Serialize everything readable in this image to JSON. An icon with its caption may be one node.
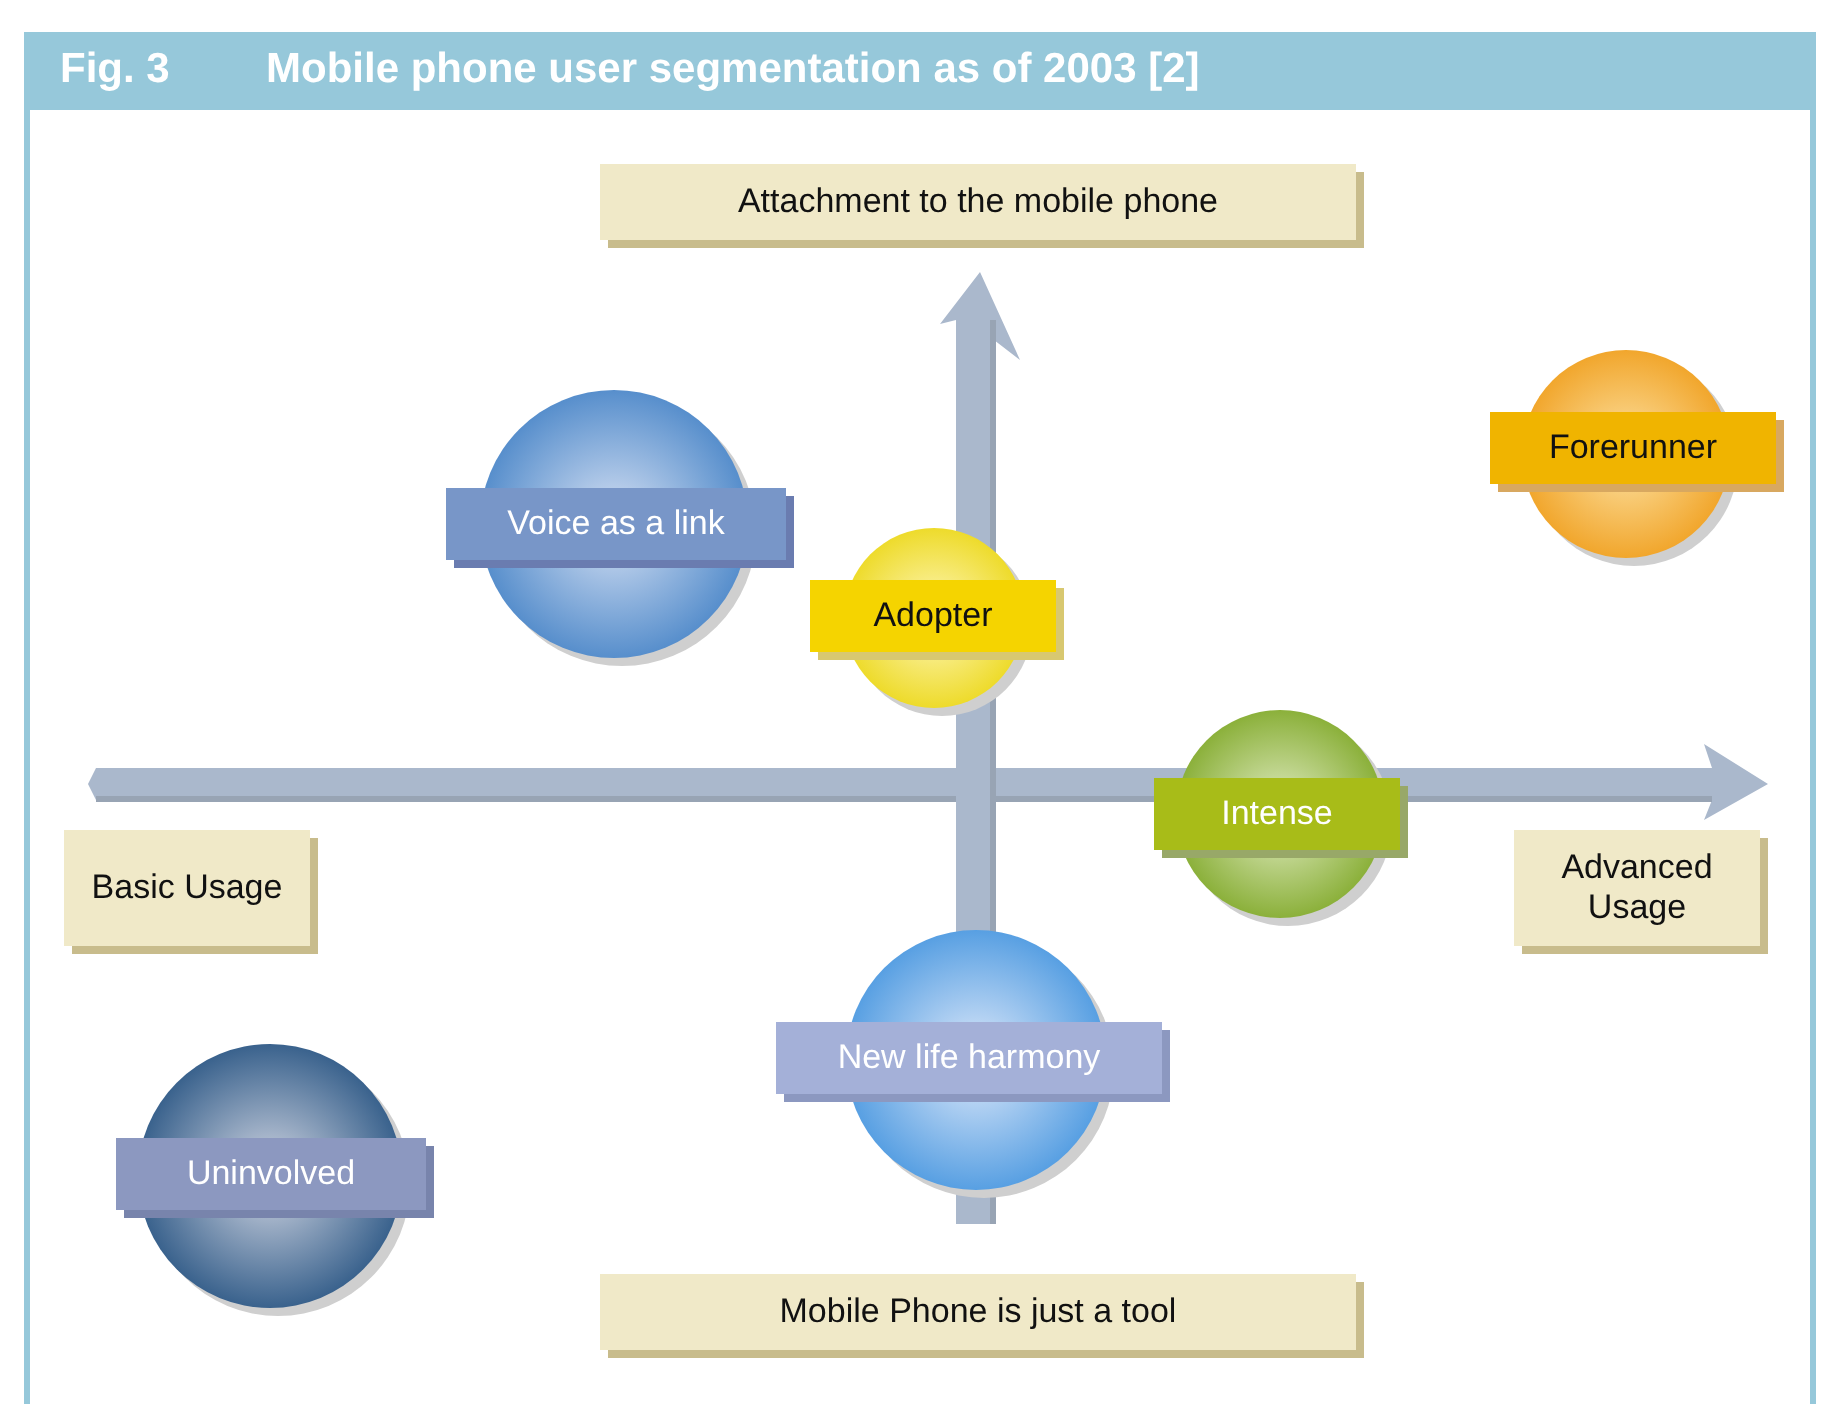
{
  "diagram": {
    "title": "Mobile phone user segmentation as of 2003 [2]",
    "nodes": [
      {
        "text": [
          "Attachment to the mobile phone"
        ]
      },
      {
        "text": [
          "Forerunner"
        ]
      },
      {
        "text": [
          "Voice as a link"
        ]
      },
      {
        "text": [
          "Adopter"
        ]
      },
      {
        "text": [
          "Basic Usage"
        ]
      },
      {
        "text": [
          "Intense"
        ]
      },
      {
        "text": [
          "Advanced Usage"
        ]
      },
      {
        "text": [
          "New life harmony"
        ]
      },
      {
        "text": [
          "Uninvolved"
        ]
      },
      {
        "text": [
          "Mobile Phone is just a tool"
        ]
      }
    ],
    "labels": [
      "Fig. 3"
    ]
  }
}
